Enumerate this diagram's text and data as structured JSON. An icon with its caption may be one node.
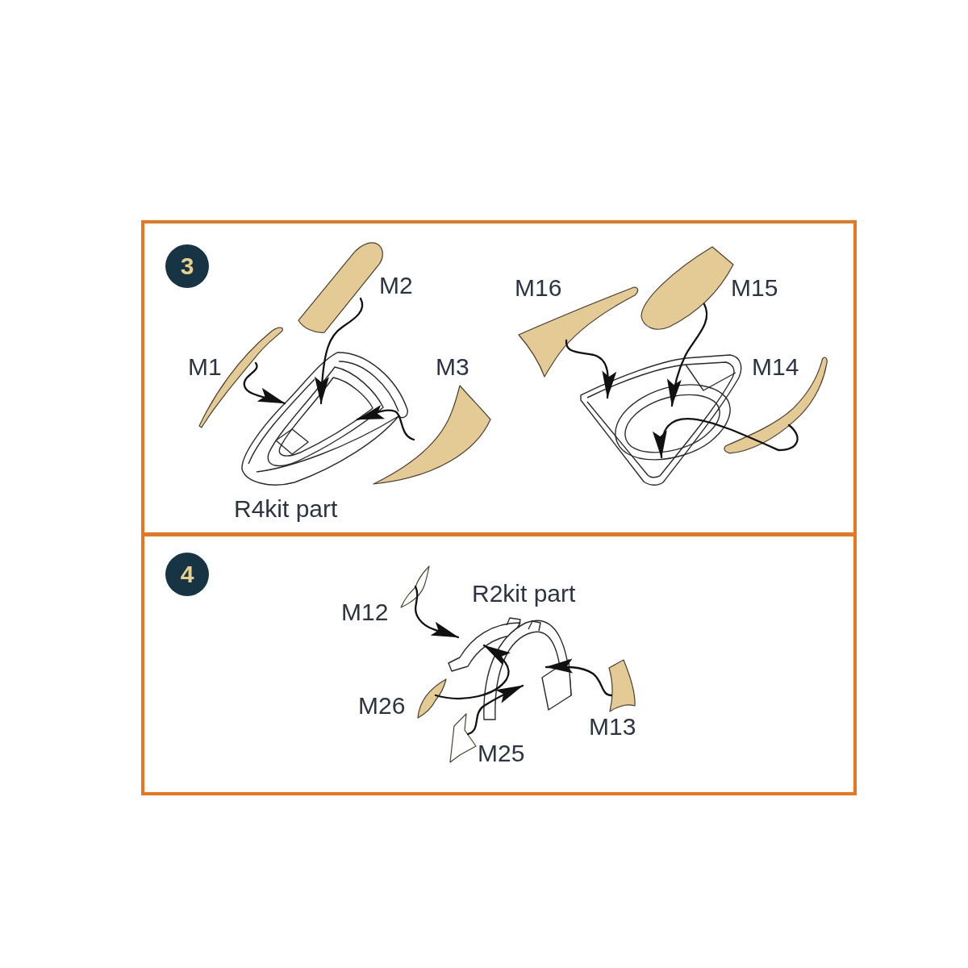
{
  "diagram": {
    "nodes": [
      {
        "text": [],
        "shape": "box"
      },
      {
        "text": [
          "3"
        ],
        "in": 0
      },
      {
        "text": [
          "M2"
        ],
        "in": 0
      },
      {
        "text": [
          "M16"
        ],
        "in": 0
      },
      {
        "text": [
          "M15"
        ],
        "in": 0
      },
      {
        "text": [
          "M1"
        ],
        "in": 0
      },
      {
        "text": [
          "M3"
        ],
        "in": 0
      },
      {
        "text": [
          "M14"
        ],
        "in": 0
      },
      {
        "text": [
          "R4kit part"
        ],
        "in": 0
      },
      {
        "text": [],
        "shape": "picture",
        "in": 0
      },
      {
        "text": [],
        "shape": "box"
      },
      {
        "text": [
          "4"
        ],
        "in": 10
      },
      {
        "text": [
          "R2kit part"
        ],
        "in": 10
      },
      {
        "text": [
          "M12"
        ],
        "in": 10
      },
      {
        "text": [
          "M26"
        ],
        "in": 10
      },
      {
        "text": [
          "M13"
        ],
        "in": 10
      },
      {
        "text": [
          "M25"
        ],
        "in": 10
      }
    ],
    "edges": [
      {
        "from": 5,
        "to": 8,
        "arrow": "to"
      },
      {
        "from": 2,
        "to": 8,
        "arrow": "to"
      },
      {
        "from": 6,
        "to": 8,
        "arrow": "to"
      },
      {
        "from": 3,
        "to": 9,
        "arrow": "to"
      },
      {
        "from": 4,
        "to": 9,
        "arrow": "to"
      },
      {
        "from": 7,
        "to": 9,
        "arrow": "to"
      },
      {
        "from": 13,
        "to": 12,
        "arrow": "to"
      },
      {
        "from": 14,
        "to": 12,
        "arrow": "to"
      },
      {
        "from": 16,
        "to": 12,
        "arrow": "to"
      },
      {
        "from": 15,
        "to": 12,
        "arrow": "to"
      }
    ]
  }
}
